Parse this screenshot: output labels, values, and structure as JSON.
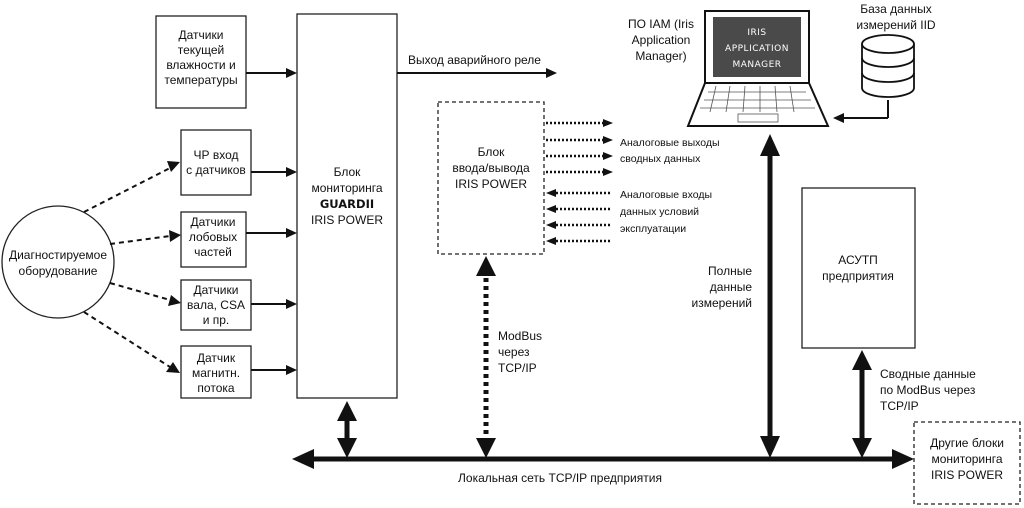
{
  "sensors": {
    "humidity": [
      "Датчики",
      "текущей",
      "влажности и",
      "температуры"
    ],
    "pd": [
      "ЧР вход",
      "с датчиков"
    ],
    "endwinding": [
      "Датчики",
      "лобовых",
      "частей"
    ],
    "shaft": [
      "Датчики",
      "вала, CSA",
      "и пр."
    ],
    "flux": [
      "Датчик",
      "магнитн.",
      "потока"
    ]
  },
  "equipment": [
    "Диагностируемое",
    "оборудование"
  ],
  "guard": {
    "line1": "Блок",
    "line2": "мониторинга",
    "bold": "GUARDII",
    "line4": "IRIS POWER"
  },
  "relay": "Выход аварийного реле",
  "io_block": [
    "Блок",
    "ввода/вывода",
    "IRIS POWER"
  ],
  "analog_out": [
    "Аналоговые выходы",
    "сводных данных"
  ],
  "analog_in": [
    "Аналоговые входы",
    "данных условий",
    "эксплуатации"
  ],
  "modbus": [
    "ModBus",
    "через",
    "TCP/IP"
  ],
  "iam": [
    "ПО IAM (Iris",
    "Application",
    "Manager)"
  ],
  "screen": [
    "IRIS",
    "APPLICATION",
    "MANAGER"
  ],
  "database": [
    "База данных",
    "измерений IID"
  ],
  "full_data": [
    "Полные",
    "данные",
    "измерений"
  ],
  "scada": [
    "АСУТП",
    "предприятия"
  ],
  "summary_modbus": [
    "Сводные данные",
    "по ModBus через",
    "TCP/IP"
  ],
  "other_units": [
    "Другие блоки",
    "мониторинга",
    "IRIS POWER"
  ],
  "lan": "Локальная сеть TCP/IP предприятия"
}
